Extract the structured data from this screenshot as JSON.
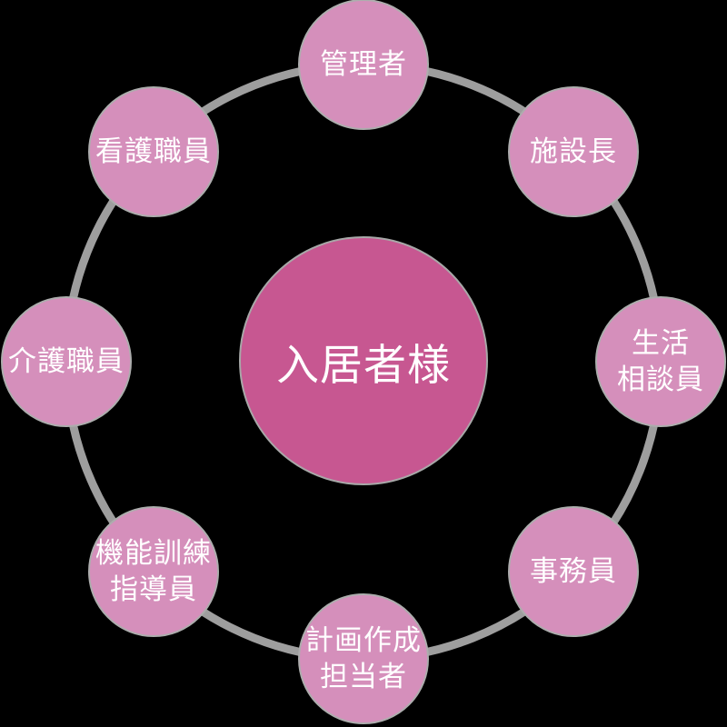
{
  "diagram": {
    "center": {
      "label": "入居者様"
    },
    "nodes": [
      {
        "id": "manager",
        "lines": [
          "管理者"
        ]
      },
      {
        "id": "facility-director",
        "lines": [
          "施設長"
        ]
      },
      {
        "id": "life-counselor",
        "lines": [
          "生活",
          "相談員"
        ]
      },
      {
        "id": "office-staff",
        "lines": [
          "事務員"
        ]
      },
      {
        "id": "care-plan-coordinator",
        "lines": [
          "計画作成",
          "担当者"
        ]
      },
      {
        "id": "functional-training-instructor",
        "lines": [
          "機能訓練",
          "指導員"
        ]
      },
      {
        "id": "care-staff",
        "lines": [
          "介護職員"
        ]
      },
      {
        "id": "nursing-staff",
        "lines": [
          "看護職員"
        ]
      }
    ],
    "colors": {
      "background": "#000000",
      "satellite_fill": "#d58fbb",
      "center_fill": "#c75791",
      "ring": "#9e9e9e",
      "circle_border": "#adadad",
      "text": "#ffffff"
    }
  }
}
